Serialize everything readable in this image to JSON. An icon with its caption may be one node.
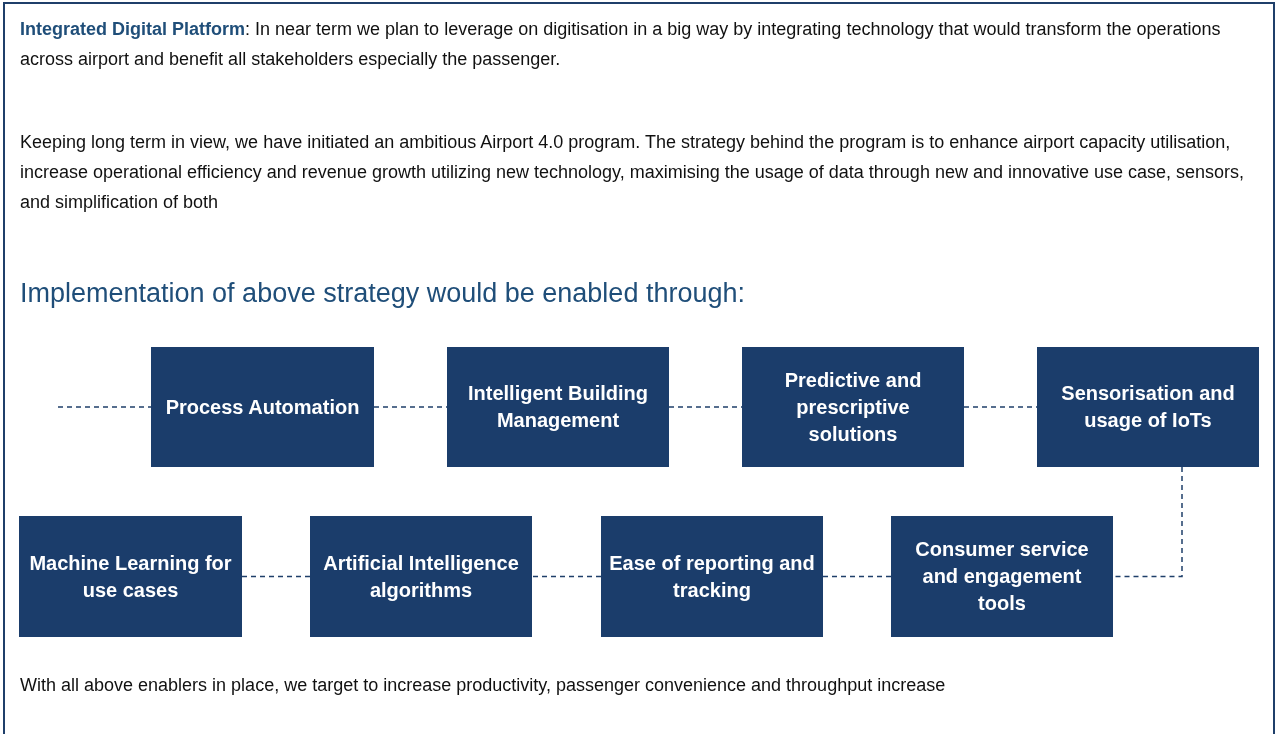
{
  "diagram": {
    "nodes": [
      {
        "text": [
          "Process Automation"
        ]
      },
      {
        "text": [
          "Intelligent Building Management"
        ]
      },
      {
        "text": [
          "Predictive and prescriptive solutions"
        ]
      },
      {
        "text": [
          "Sensorisation and usage of IoTs"
        ]
      },
      {
        "text": [
          "Machine Learning for use cases"
        ]
      },
      {
        "text": [
          "Artificial Intelligence algorithms"
        ]
      },
      {
        "text": [
          "Ease of reporting and tracking"
        ]
      },
      {
        "text": [
          "Consumer service and engagement tools"
        ]
      }
    ],
    "edges": [
      {
        "from": null,
        "to": 0,
        "arrow": "none",
        "style": "dashed"
      },
      {
        "from": 0,
        "to": 1,
        "arrow": "none",
        "style": "dashed"
      },
      {
        "from": 1,
        "to": 2,
        "arrow": "none",
        "style": "dashed"
      },
      {
        "from": 2,
        "to": 3,
        "arrow": "none",
        "style": "dashed"
      },
      {
        "from": 3,
        "to": 7,
        "arrow": "none",
        "style": "dashed"
      },
      {
        "from": 7,
        "to": 6,
        "arrow": "none",
        "style": "dashed"
      },
      {
        "from": 6,
        "to": 5,
        "arrow": "none",
        "style": "dashed"
      },
      {
        "from": 5,
        "to": 4,
        "arrow": "none",
        "style": "dashed"
      }
    ],
    "labels": [
      "**Integrated Digital Platform**: In near term we plan to leverage on digitisation in a big way by integrating technology that would transform the operations across airport and benefit all stakeholders especially the passenger.",
      "Keeping long term in view, we have initiated an ambitious Airport 4.0 program. The strategy behind the program is to enhance airport capacity utilisation, increase operational efficiency and revenue growth utilizing new technology, maximising the usage of data through new and innovative use case, sensors, and simplification of both",
      "Implementation of above strategy would be enabled through:",
      "With all above enablers in place, we target to increase productivity, passenger convenience and throughput increase"
    ]
  }
}
